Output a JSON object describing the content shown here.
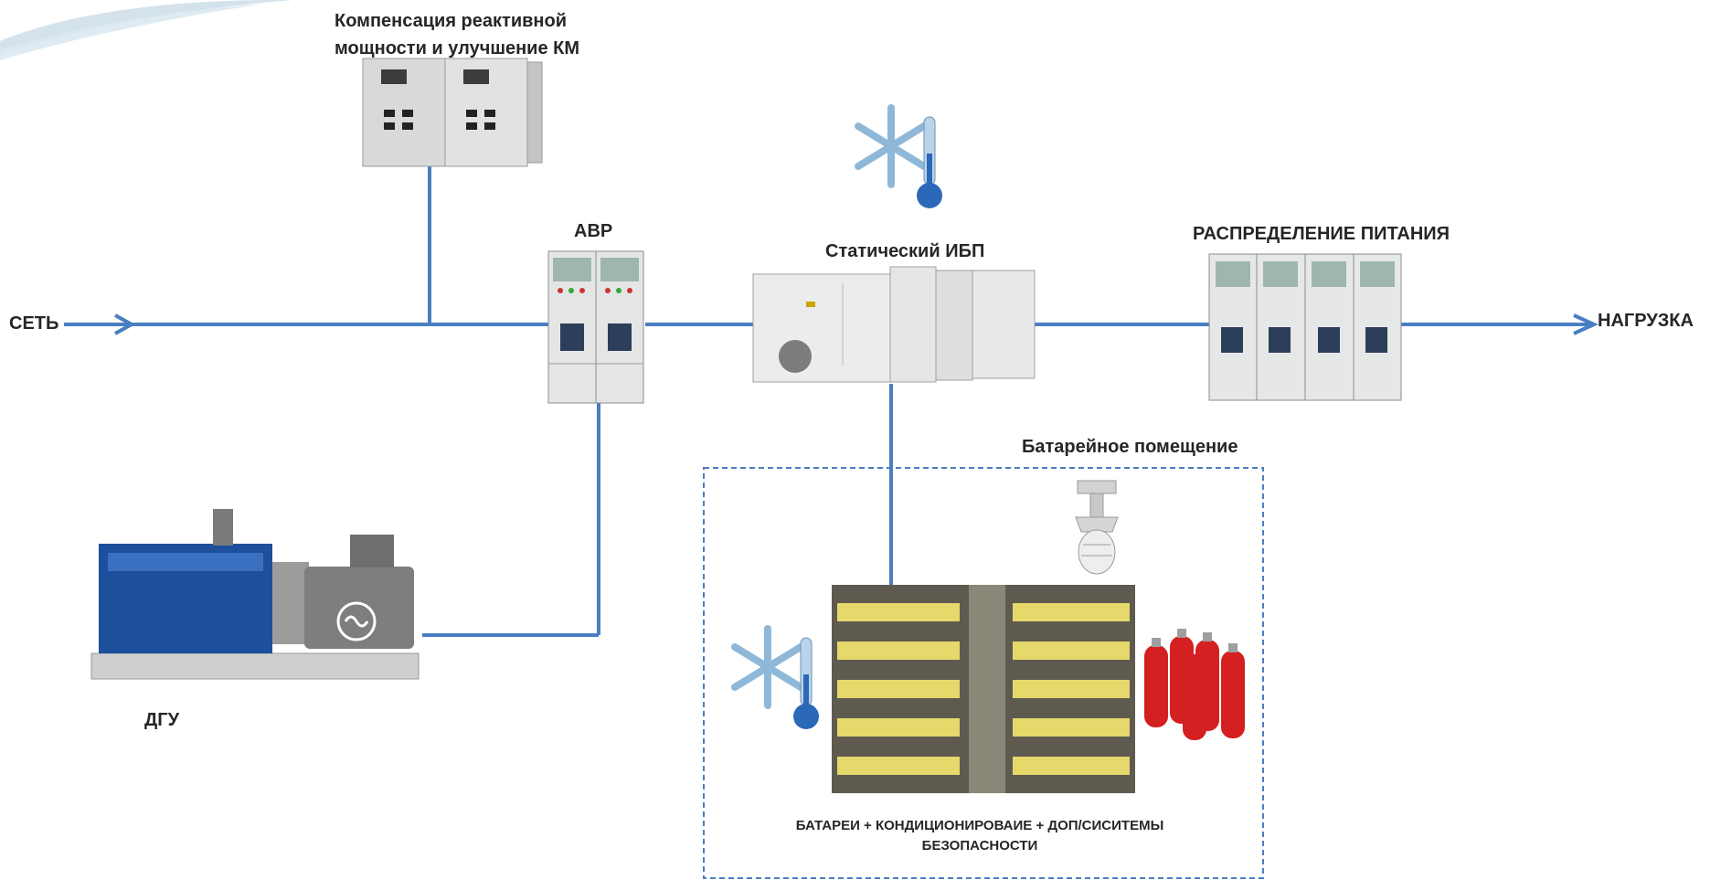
{
  "labels": {
    "network": "СЕТЬ",
    "load": "НАГРУЗКА",
    "compensation": "Компенсация реактивной мощности и улучшение КМ",
    "avr": "АВР",
    "ups": "Статический ИБП",
    "distribution": "РАСПРЕДЕЛЕНИЕ ПИТАНИЯ",
    "battery_room": "Батарейное помещение",
    "dgu": "ДГУ",
    "battery_caption": "БАТАРЕИ + КОНДИЦИОНИРОВАИЕ + ДОП/СИСИТЕМЫ БЕЗОПАСНОСТИ"
  },
  "colors": {
    "line": "#4a7ec2",
    "dashed_box": "#4a7ec2",
    "cabinet": "#dcdcdc",
    "battery_yellow": "#e4d96a",
    "extinguisher": "#d42020",
    "engine_blue": "#1c4f9c",
    "snowflake": "#8fb8d8"
  },
  "icons": [
    "power-line-arrow",
    "cabinet-icon",
    "ups-icon",
    "switchboard-icon",
    "generator-icon",
    "snowflake-thermometer-icon",
    "lamp-icon",
    "extinguisher-icon",
    "battery-rack-icon"
  ]
}
